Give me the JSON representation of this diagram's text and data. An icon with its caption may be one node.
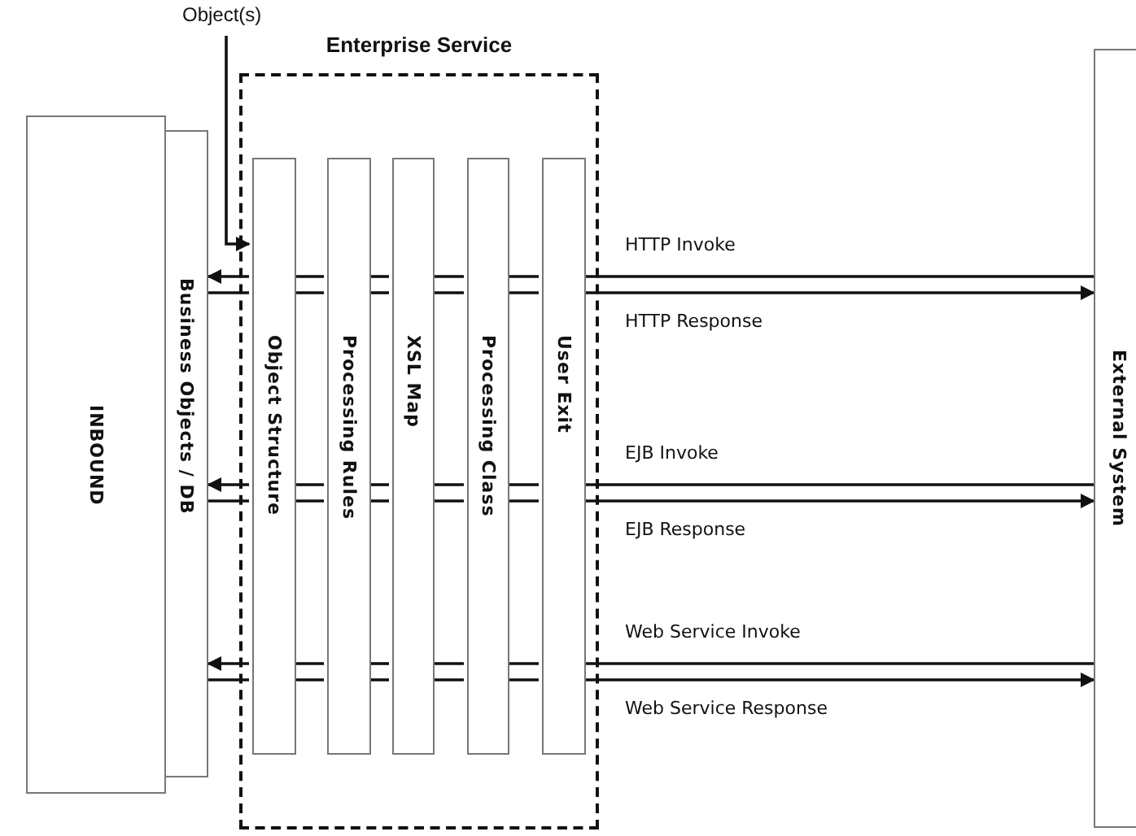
{
  "diagram": {
    "nodes": [
      {
        "text": [
          "INBOUND"
        ]
      },
      {
        "text": [
          "Business Objects / DB"
        ]
      },
      {
        "text": [
          "Enterprise Service"
        ]
      },
      {
        "text": [
          "Object Structure"
        ],
        "in": 2
      },
      {
        "text": [
          "Processing Rules"
        ],
        "in": 2
      },
      {
        "text": [
          "XSL Map"
        ],
        "in": 2
      },
      {
        "text": [
          "Processing Class"
        ],
        "in": 2
      },
      {
        "text": [
          "User Exit"
        ],
        "in": 2
      },
      {
        "text": [
          "External System"
        ]
      },
      {
        "text": [
          "Object(s)"
        ]
      }
    ],
    "edges": [
      {
        "from": 8,
        "to": 7,
        "arrow": "none",
        "label": "HTTP Invoke"
      },
      {
        "from": 7,
        "to": 6,
        "arrow": "none"
      },
      {
        "from": 6,
        "to": 5,
        "arrow": "none"
      },
      {
        "from": 5,
        "to": 4,
        "arrow": "none"
      },
      {
        "from": 4,
        "to": 3,
        "arrow": "none"
      },
      {
        "from": 3,
        "to": 1,
        "arrow": "to"
      },
      {
        "from": 1,
        "to": 3,
        "arrow": "none"
      },
      {
        "from": 3,
        "to": 4,
        "arrow": "none"
      },
      {
        "from": 4,
        "to": 5,
        "arrow": "none"
      },
      {
        "from": 5,
        "to": 6,
        "arrow": "none"
      },
      {
        "from": 6,
        "to": 7,
        "arrow": "none"
      },
      {
        "from": 7,
        "to": 8,
        "arrow": "to",
        "label": "HTTP Response"
      },
      {
        "from": 8,
        "to": 7,
        "arrow": "none",
        "label": "EJB Invoke"
      },
      {
        "from": 7,
        "to": 6,
        "arrow": "none"
      },
      {
        "from": 6,
        "to": 5,
        "arrow": "none"
      },
      {
        "from": 5,
        "to": 4,
        "arrow": "none"
      },
      {
        "from": 4,
        "to": 3,
        "arrow": "none"
      },
      {
        "from": 3,
        "to": 1,
        "arrow": "to"
      },
      {
        "from": 1,
        "to": 3,
        "arrow": "none"
      },
      {
        "from": 3,
        "to": 4,
        "arrow": "none"
      },
      {
        "from": 4,
        "to": 5,
        "arrow": "none"
      },
      {
        "from": 5,
        "to": 6,
        "arrow": "none"
      },
      {
        "from": 6,
        "to": 7,
        "arrow": "none"
      },
      {
        "from": 7,
        "to": 8,
        "arrow": "to",
        "label": "EJB Response"
      },
      {
        "from": 8,
        "to": 7,
        "arrow": "none",
        "label": "Web Service Invoke"
      },
      {
        "from": 7,
        "to": 6,
        "arrow": "none"
      },
      {
        "from": 6,
        "to": 5,
        "arrow": "none"
      },
      {
        "from": 5,
        "to": 4,
        "arrow": "none"
      },
      {
        "from": 4,
        "to": 3,
        "arrow": "none"
      },
      {
        "from": 3,
        "to": 1,
        "arrow": "to"
      },
      {
        "from": 1,
        "to": 3,
        "arrow": "none"
      },
      {
        "from": 3,
        "to": 4,
        "arrow": "none"
      },
      {
        "from": 4,
        "to": 5,
        "arrow": "none"
      },
      {
        "from": 5,
        "to": 6,
        "arrow": "none"
      },
      {
        "from": 6,
        "to": 7,
        "arrow": "none"
      },
      {
        "from": 7,
        "to": 8,
        "arrow": "to",
        "label": "Web Service Response"
      },
      {
        "from": 9,
        "to": 3,
        "arrow": "to"
      }
    ]
  }
}
